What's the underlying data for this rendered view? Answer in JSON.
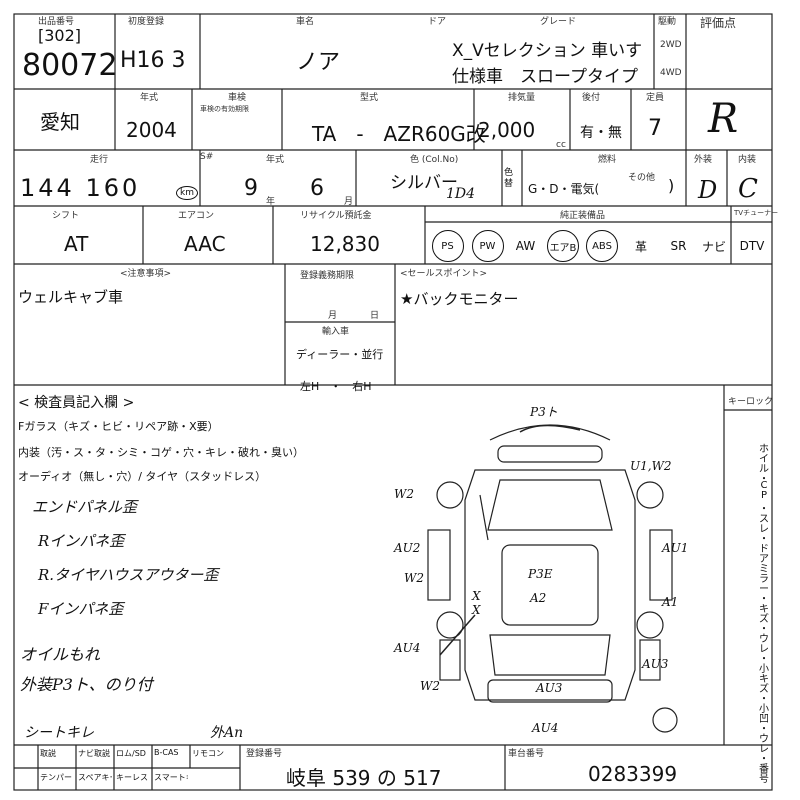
{
  "header": {
    "labels": {
      "stock_no": "出品番号",
      "first_reg": "初度登録",
      "model_name": "車名",
      "doors": "ドア",
      "grade": "グレード",
      "drive": "駆動",
      "score": "評価点"
    },
    "stock_code": "[302]",
    "stock_no": "80072",
    "first_reg": "H16 3",
    "model_name": "ノア",
    "grade_line1": "X_Vセレクション 車いす",
    "grade_line2": "仕様車　スロープタイプ",
    "drive_2wd": "2WD",
    "drive_4wd": "4WD",
    "score": "R"
  },
  "row2": {
    "labels": {
      "year": "年式",
      "inspection": "車検",
      "inspection_note": "車検の有効期限",
      "model_code": "型式",
      "displacement": "排気量",
      "nego": "後付",
      "capacity": "定員"
    },
    "region": "愛知",
    "year": "2004",
    "model_code": "TA　-　AZR60G改",
    "displacement": "2,000",
    "displacement_unit": "cc",
    "nego": "有・無",
    "capacity": "7"
  },
  "row3": {
    "labels": {
      "mileage": "走行",
      "mileage_sub": "S#",
      "year": "年式",
      "color": "色 (Col.No)",
      "fuel": "燃料",
      "exterior": "外装",
      "interior": "内装",
      "fuel_other": "その他"
    },
    "mileage": "144 160",
    "mileage_unit": "km",
    "inspection_year": "9",
    "inspection_year_unit": "年",
    "inspection_month": "6",
    "inspection_month_unit": "月",
    "color": "シルバー",
    "color_no": "1D4",
    "color_change": "色替",
    "fuel": "G・D・電気(",
    "exterior": "D",
    "interior": "C"
  },
  "row4": {
    "labels": {
      "shift": "シフト",
      "aircon": "エアコン",
      "recycle": "リサイクル預託金",
      "equipment": "純正装備品",
      "tuner": "TVチューナー"
    },
    "shift": "AT",
    "aircon": "AAC",
    "recycle": "12,830",
    "equipment": [
      "PS",
      "PW",
      "AW",
      "エアB",
      "ABS",
      "革",
      "SR",
      "ナビ",
      "DTV"
    ],
    "circled": [
      "PS",
      "PW",
      "エアB",
      "ABS"
    ]
  },
  "row5": {
    "labels": {
      "notes": "<注意事項>",
      "reg_date": "登録義務期限",
      "import": "輸入車",
      "sales_points": "<セールスポイント>"
    },
    "notes": "ウェルキャブ車",
    "reg_month": "月",
    "reg_day": "日",
    "import_dealer": "ディーラー・並行",
    "import_handle": "左H　・　右H",
    "sales_points": "★バックモニター"
  },
  "inspection": {
    "title": "< 検査員記入欄 >",
    "line1": "Fガラス（キズ・ヒビ・リペア跡・X要）",
    "line2": "内装（汚・ス・タ・シミ・コゲ・穴・キレ・破れ・臭い）",
    "line3": "オーディオ（無し・穴）/ タイヤ（スタッドレス）",
    "notes": [
      "エンドパネル歪",
      "Rインパネ歪",
      "R.タイヤハウスアウター歪",
      "Fインパネ歪"
    ],
    "notes2": [
      "オイルもれ",
      "外装P3ト、のり付"
    ],
    "bottom_left": "シートキレ",
    "bottom_mid": "外An",
    "keylock": "キーロック",
    "side_text": "ホイル・CP・スレ・ドアミラー・キズ・ウレ・小キズ・小凹・ウレ・番号"
  },
  "diagram": {
    "marks": [
      "P3ト",
      "U1,W2",
      "W2",
      "AU2",
      "AU1",
      "W2",
      "P3E",
      "A2",
      "A1",
      "X",
      "X",
      "AU4",
      "AU3",
      "AU3",
      "AU4",
      "W2"
    ]
  },
  "footer": {
    "labels": {
      "reg_no": "登録番号",
      "chassis": "車台番号"
    },
    "options_row1": [
      "",
      "取説",
      "ナビ取説",
      "ロム/SD",
      "B-CAS",
      "リモコン"
    ],
    "options_row2": [
      "",
      "テンパー",
      "スペアキー",
      "キーレス",
      "スマートキー"
    ],
    "reg_no": "岐阜 539 の 517",
    "chassis": "0283399"
  }
}
